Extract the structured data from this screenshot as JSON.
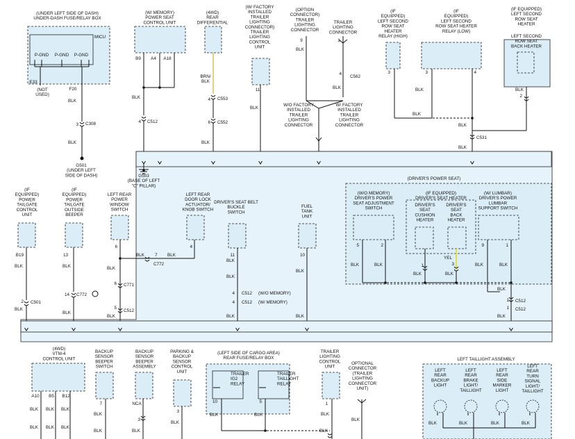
{
  "diagram": {
    "title": "",
    "labels": {
      "fuse_box": "(UNDER LEFT SIDE OF DASH)|UNDER-DASH FUSE/RELAY BOX",
      "micu": "MICU",
      "pgnd1": "P-GND",
      "pgnd2": "P-GND",
      "pgnd3": "P-GND",
      "e33": "E33",
      "not_used": "(NOT|USED)",
      "f20": "F20",
      "mem_seat": "(W/ MEMORY)|POWER SEAT|CONTROL UNIT",
      "b9": "B9",
      "a4": "A4",
      "a18": "A18",
      "rear_diff": "(4WD)|REAR|DIFFERENTIAL",
      "brn_blk": "BRN/|BLK",
      "tlc_unit": "(W/ FACTORY|INSTALLED|TRAILER|LIGHTING|CONNECTOR)|TRAILER|LIGHTING|CONTROL|UNIT",
      "opt_conn": "(OPTION|CONNECTOR)|TRAILER|LIGHTING|CONNECTOR",
      "trl_conn": "TRAILER|LIGHTING|CONNECTOR",
      "relay_high": "(IF|EQUIPPED)|LEFT SECOND|ROW SEAT|HEATER|RELAY (HIGH)",
      "heater_low": "(IF|EQUIPPED)|LEFT SECOND|ROW SEAT HEATER|RELAY (LOW)",
      "back_heater": "(IF EQUIPPED)|LEFT SECOND|ROW SEAT|HEATER",
      "back_heater_inner": "LEFT SECOND|ROW SEAT|BACK HEATER",
      "wo_factory": "W/O FACTORY|INSTALLED|TRAILER|LIGHTING|CONNECTOR",
      "w_factory": "W/ FACTORY|INSTALLED|TRAILER|LIGHTING|CONNECTOR",
      "g501": "G501|(UNDER LEFT|SIDE OF DASH)",
      "g503": "G503|(BASE OF LEFT|\"C\" PILLAR)",
      "drivers_seat": "(DRIVER'S POWER SEAT)",
      "tailgate_ctrl": "(IF|EQUIPPED)|POWER|TAILGATE|CONTROL|UNIT",
      "tailgate_beeper": "(IF|EQUIPPED)|POWER|TAILGATE|OUTSIDE|BEEPER",
      "window_sw": "LEFT REAR|POWER|WINDOW|SWITCH",
      "door_lock": "LEFT REAR|DOOR LOCK|ACTUATOR/|KNOB SWITCH",
      "belt_sw": "DRIVER'S SEAT BELT|BUCKLE|SWITCH",
      "fuel_tank": "FUEL|TANK|UNIT",
      "wo_mem_adj": "(W/O MEMORY)|DRIVER'S POWER|SEAT ADJUSTMENT|SWITCH",
      "seat_heater": "(IF EQUIPPED)|DRIVER'S SEAT HEATER",
      "cushion_heater": "DRIVER'S|SEAT|CUSHION|HEATER",
      "back_heater2": "DRIVER'S|SEAT|BACK|HEATER",
      "lumbar": "(W/ LUMBAR)|DRIVER'S POWER|LUMBAR|SUPPORT SWITCH",
      "yel": "YEL",
      "wo_memory": "(W/O MEMORY)",
      "w_memory": "(W/ MEMORY)",
      "vtm4": "(4WD)|VTM-4|CONTROL UNIT",
      "backup_beeper_sw": "BACKUP|SENSOR|BEEPER|SWITCH",
      "backup_beeper_asm": "BACKUP|SENSOR|BEEPER|ASSEMBLY",
      "parking_ctrl": "PARKING &|BACKUP|SENSOR|CONTROL|UNIT",
      "cargo_box": "(LEFT SIDE OF CARGO AREA)|REAR FUSE/RELAY BOX",
      "ig2_relay": "TRAILER|IG2|RELAY",
      "taillight_relay": "TRAILER|TAILLIGHT|RELAY",
      "tl_ctrl2": "TRAILER|LIGHTING|CONTROL|UNIT",
      "opt_conn2": "OPTIONAL|CONNECTOR|(TRAILER|LIGHTING|CONNECTOR|UNIT)",
      "left_tail": "LEFT TAILLIGHT ASSEMBLY",
      "backup_light": "LEFT|REAR|BACKUP|LIGHT",
      "brake_light": "LEFT|REAR|BRAKE|LIGHT/|TAILLIGHT",
      "marker_light": "LEFT|REAR|SIDE|MARKER|LIGHT",
      "turn_light": "LEFT|REAR|TURN|SIGNAL|LIGHT/|TAILLIGHT",
      "a10": "A10",
      "b5": "B5",
      "b12": "B12",
      "nca": "NCA"
    },
    "wire_color": "BLK",
    "connectors": [
      "C308",
      "C512",
      "C553",
      "C552",
      "C562",
      "C531",
      "C501",
      "C772",
      "C772",
      "C771",
      "C512",
      "C512",
      "C512",
      "C512"
    ],
    "pins": [
      "3",
      "4",
      "6",
      "4",
      "11",
      "9",
      "1",
      "4",
      "3",
      "3",
      "4",
      "2",
      "B19",
      "2",
      "13",
      "14",
      "6",
      "7",
      "6",
      "5",
      "4",
      "11",
      "4",
      "4",
      "10",
      "5",
      "2",
      "1",
      "3",
      "9",
      "1",
      "1",
      "1",
      "7",
      "3",
      "3",
      "10",
      "5",
      "1"
    ]
  },
  "colors": {
    "box_fill": "#dbeef8",
    "wire": "#111111",
    "yellow_wire": "#e8d800"
  }
}
